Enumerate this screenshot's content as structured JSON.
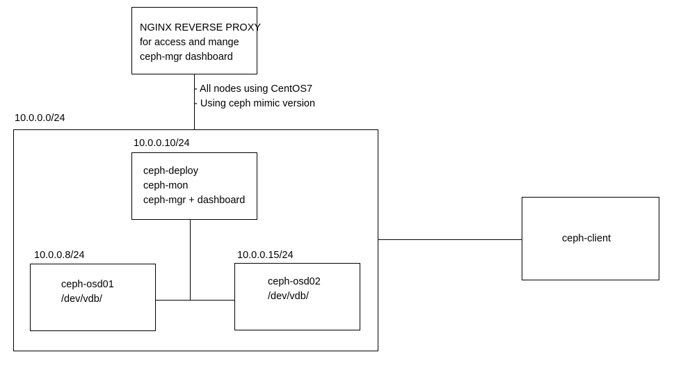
{
  "proxy": {
    "lines": [
      "NGINX REVERSE PROXY",
      "for access and mange",
      "ceph-mgr dashboard"
    ]
  },
  "notes": [
    "- All nodes using CentOS7",
    "- Using ceph mimic version"
  ],
  "network": {
    "label": "10.0.0.0/24"
  },
  "admin_node": {
    "ip": "10.0.0.10/24",
    "lines": [
      "ceph-deploy",
      "ceph-mon",
      "ceph-mgr + dashboard"
    ]
  },
  "osd01": {
    "ip": "10.0.0.8/24",
    "lines": [
      "ceph-osd01",
      "/dev/vdb/"
    ]
  },
  "osd02": {
    "ip": "10.0.0.15/24",
    "lines": [
      "ceph-osd02",
      "/dev/vdb/"
    ]
  },
  "client": {
    "label": "ceph-client"
  }
}
